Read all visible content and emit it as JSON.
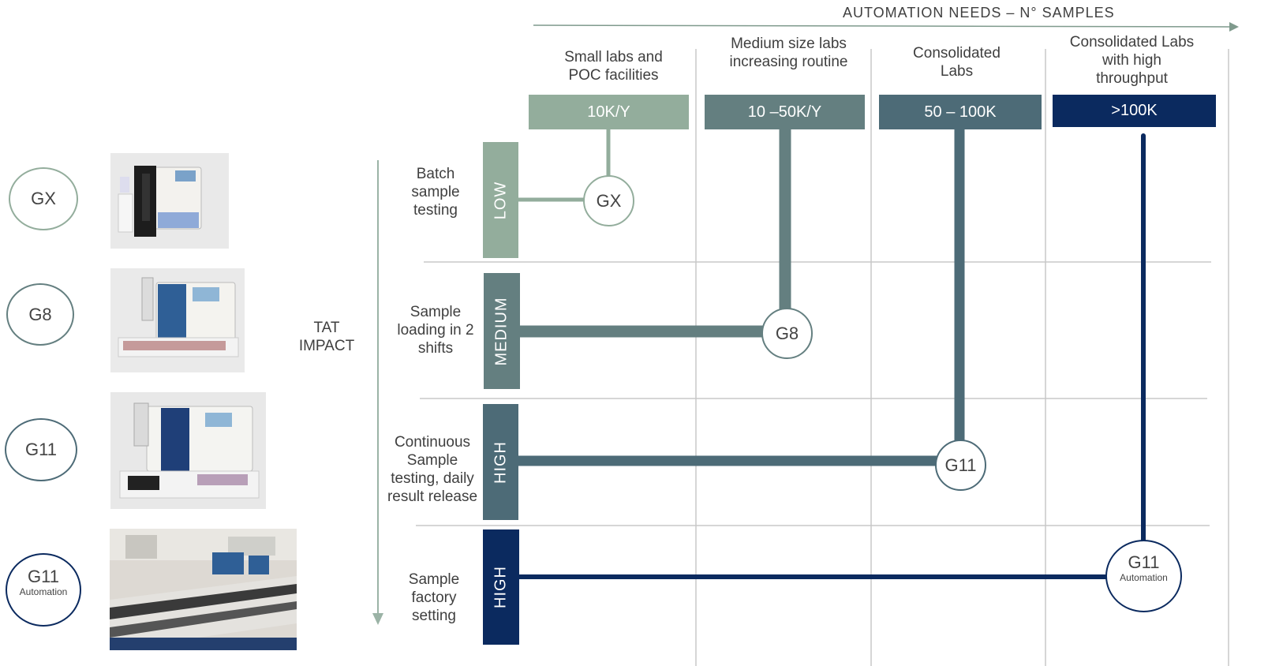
{
  "axis": {
    "title": "AUTOMATION NEEDS – N° SAMPLES"
  },
  "tat": {
    "label_line1": "TAT",
    "label_line2": "IMPACT"
  },
  "columns": [
    {
      "title": "Small labs and POC facilities",
      "band": "10K/Y",
      "color": "#93ad9c"
    },
    {
      "title": "Medium size labs increasing routine",
      "band": "10 –50K/Y",
      "color": "#647f80"
    },
    {
      "title": "Consolidated Labs",
      "band": "50 – 100K",
      "color": "#4d6b77"
    },
    {
      "title": "Consolidated Labs with high throughput",
      "band": ">100K",
      "color": "#0b2a5f"
    }
  ],
  "rows": [
    {
      "label": "Batch sample testing",
      "level": "LOW",
      "color": "#93ad9c"
    },
    {
      "label": "Sample loading in 2 shifts",
      "level": "MEDIUM",
      "color": "#647f80"
    },
    {
      "label": "Continuous Sample testing, daily result release",
      "level": "HIGH",
      "color": "#4d6b77"
    },
    {
      "label": "Sample factory setting",
      "level": "HIGH",
      "color": "#0b2a5f"
    }
  ],
  "nodes": [
    {
      "name": "GX",
      "sub": "",
      "color": "#93ad9c"
    },
    {
      "name": "G8",
      "sub": "",
      "color": "#647f80"
    },
    {
      "name": "G11",
      "sub": "",
      "color": "#4d6b77"
    },
    {
      "name": "G11",
      "sub": "Automation",
      "color": "#0b2a5f"
    }
  ],
  "side_models": [
    {
      "name": "GX",
      "sub": "",
      "color": "#93ad9c"
    },
    {
      "name": "G8",
      "sub": "",
      "color": "#647f80"
    },
    {
      "name": "G11",
      "sub": "",
      "color": "#4d6b77"
    },
    {
      "name": "G11",
      "sub": "Automation",
      "color": "#0b2a5f"
    }
  ],
  "grid_color": "#c8c8c8"
}
